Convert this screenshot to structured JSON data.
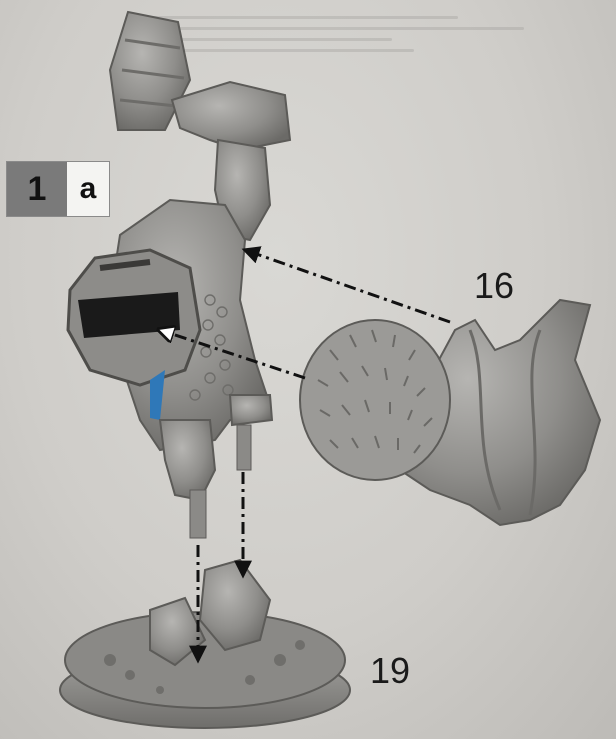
{
  "step": {
    "number": "1",
    "sub": "a"
  },
  "parts": {
    "cloak_label": "16",
    "base_label": "19"
  },
  "colors": {
    "background": "#cfcdc9",
    "miniature_grey": "#9a9996",
    "accent_blue": "#2f78b8",
    "arrow": "#111111"
  }
}
